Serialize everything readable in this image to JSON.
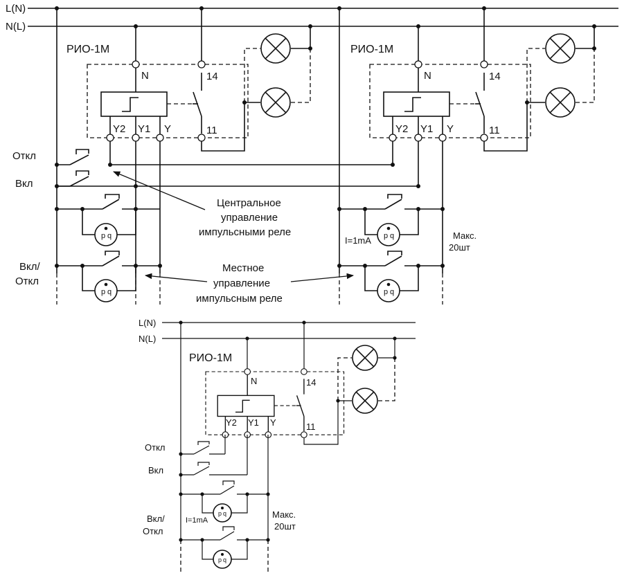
{
  "lines": {
    "l": "L(N)",
    "n": "N(L)"
  },
  "relay": {
    "name": "РИО-1М",
    "n": "N",
    "t14": "14",
    "t11": "11",
    "y2": "Y2",
    "y1": "Y1",
    "y": "Y"
  },
  "buttons": {
    "off": "Откл",
    "on": "Вкл",
    "onoff_1": "Вкл/",
    "onoff_2": "Откл"
  },
  "notes": {
    "central_1": "Центральное",
    "central_2": "управление",
    "central_3": "импульсными реле",
    "local_1": "Местное",
    "local_2": "управление",
    "local_3": "импульсным реле",
    "current": "I=1mA",
    "max_1": "Макс.",
    "max_2": "20шт"
  },
  "socket": {
    "p": "p",
    "q": "q"
  }
}
